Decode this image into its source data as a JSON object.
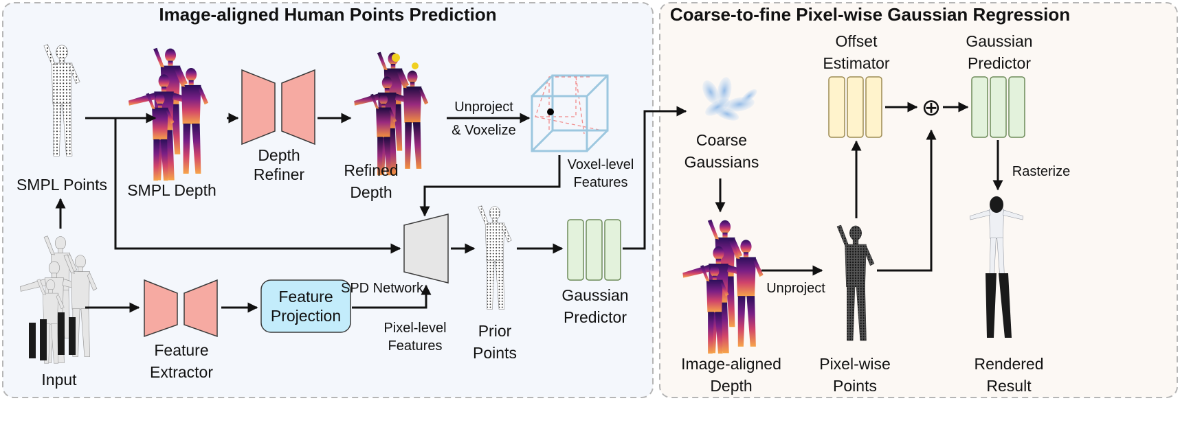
{
  "sections": {
    "left_title": "Image-aligned Human Points Prediction",
    "right_title": "Coarse-to-fine Pixel-wise Gaussian Regression"
  },
  "labels": {
    "input": "Input",
    "smpl_points": "SMPL Points",
    "smpl_depth": "SMPL Depth",
    "depth_refiner_1": "Depth",
    "depth_refiner_2": "Refiner",
    "refined_depth_1": "Refined",
    "refined_depth_2": "Depth",
    "unproject_1": "Unproject",
    "unproject_2": "& Voxelize",
    "voxel_features_1": "Voxel-level",
    "voxel_features_2": "Features",
    "spd_network": "SPD Network",
    "feature_extractor_1": "Feature",
    "feature_extractor_2": "Extractor",
    "feature_projection_1": "Feature",
    "feature_projection_2": "Projection",
    "pixel_features_1": "Pixel-level",
    "pixel_features_2": "Features",
    "prior_points_1": "Prior",
    "prior_points_2": "Points",
    "gaussian_predictor_left_1": "Gaussian",
    "gaussian_predictor_left_2": "Predictor",
    "coarse_gaussians_1": "Coarse",
    "coarse_gaussians_2": "Gaussians",
    "aligned_depth_1": "Image-aligned",
    "aligned_depth_2": "Depth",
    "unproject_right": "Unproject",
    "pixel_points_1": "Pixel-wise",
    "pixel_points_2": "Points",
    "offset_estimator_1": "Offset",
    "offset_estimator_2": "Estimator",
    "gaussian_predictor_right_1": "Gaussian",
    "gaussian_predictor_right_2": "Predictor",
    "rasterize": "Rasterize",
    "rendered_result_1": "Rendered",
    "rendered_result_2": "Result",
    "plus_symbol": "⊕"
  },
  "colors": {
    "left_panel_bg": "#f4f7fc",
    "right_panel_bg": "#fcf8f4",
    "panel_border": "#b5b5b5",
    "network_pink": "#f6aaa2",
    "network_green": "#e3f2dc",
    "network_green_border": "#6c8a58",
    "network_yellow": "#fff3cc",
    "network_yellow_border": "#9c8a52",
    "projection_blue": "#c3ecfb",
    "spd_gray": "#e6e6e6",
    "cube_blue": "#9cc7df",
    "cube_diag": "#f08a8a",
    "gaussian_blue": "#9cc2e8"
  }
}
